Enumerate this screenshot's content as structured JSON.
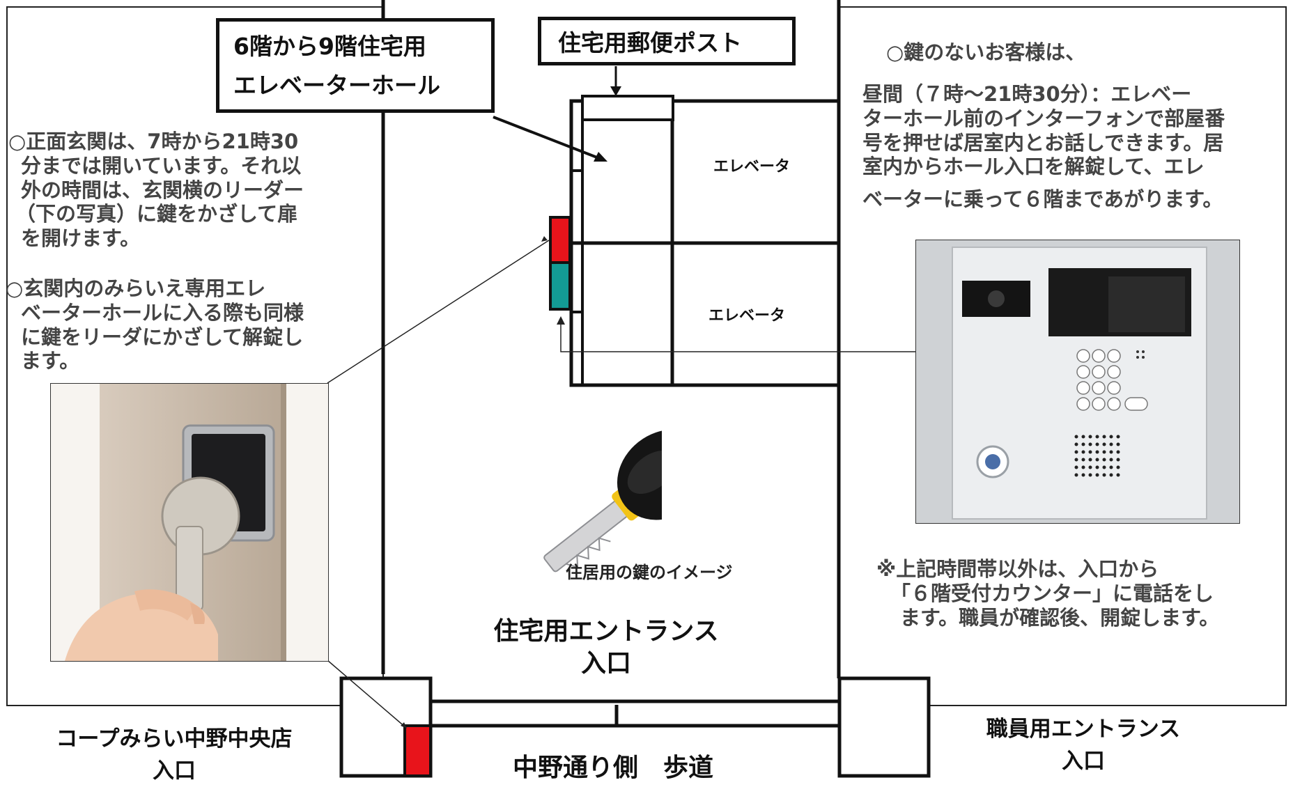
{
  "labels": {
    "hall_line1": "6階から9階住宅用",
    "hall_line2": "エレベーターホール",
    "mailbox": "住宅用郵便ポスト",
    "elevator_top": "エレベータ",
    "elevator_bottom": "エレベータ",
    "key_caption": "住居用の鍵のイメージ",
    "residential_entrance_line1": "住宅用エントランス",
    "residential_entrance_line2": "入口",
    "coop_line1": "コープみらい中野中央店",
    "coop_line2": "入口",
    "staff_line1": "職員用エントランス",
    "staff_line2": "入口",
    "sidewalk": "中野通り側　歩道"
  },
  "left_text": {
    "front_door": [
      "○正面玄関は、7時から21時30",
      "分までは開いています。それ以",
      "外の時間は、玄関横のリーダー",
      "（下の写真）に鍵をかざして扉",
      "を開けます。"
    ],
    "elevator_hall": [
      "○玄関内のみらいえ専用エレ",
      "ベーターホールに入る際も同様",
      "に鍵をリーダにかざして解錠し",
      "ます。"
    ]
  },
  "right_text": {
    "heading": "○鍵のないお客様は、",
    "daytime": [
      "昼間（７時～21時30分）：エレベー",
      "ターホール前のインターフォンで部屋番",
      "号を押せば居室内とお話しできます。居",
      "室内からホール入口を解錠して、エレ",
      "ベーターに乗って６階まであがります。"
    ],
    "note": [
      "※上記時間帯以外は、入口から",
      "「６階受付カウンター」に電話をし",
      "ます。職員が確認後、開錠します。"
    ]
  },
  "colors": {
    "reader_red": "#e8141b",
    "reader_teal": "#139b95",
    "line": "#111111",
    "text_gray": "#444444"
  },
  "icons": {
    "intercom": "intercom-panel-photo",
    "key": "house-key-photo",
    "reader": "card-reader-photo"
  }
}
